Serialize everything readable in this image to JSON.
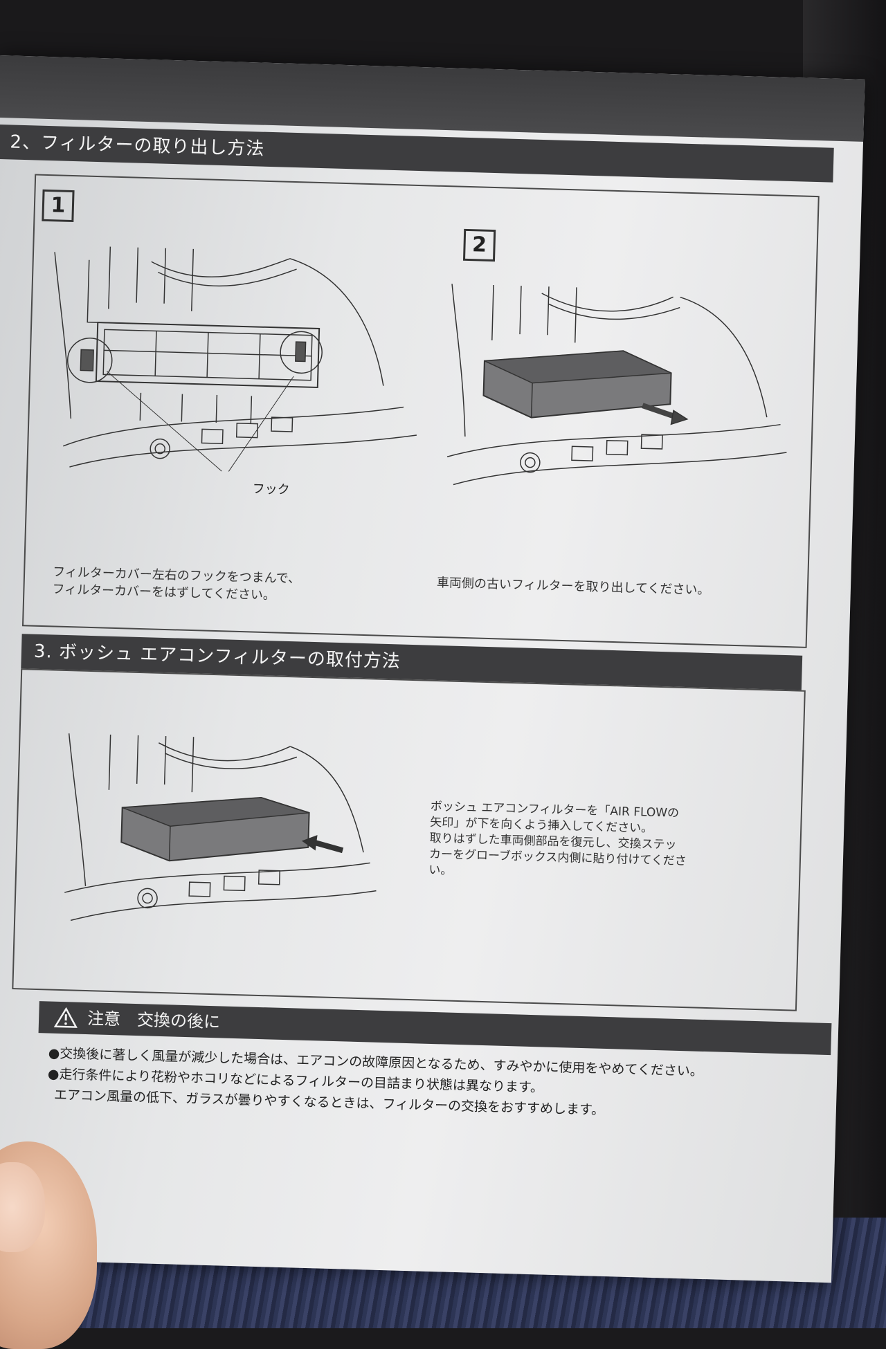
{
  "section2": {
    "title": "2、フィルターの取り出し方法"
  },
  "step1": {
    "number": "1",
    "hook_label": "フック",
    "caption_line1": "フィルターカバー左右のフックをつまんで、",
    "caption_line2": "フィルターカバーをはずしてください。"
  },
  "step2": {
    "number": "2",
    "caption": "車両側の古いフィルターを取り出してください。"
  },
  "section3": {
    "title": "3.  ボッシュ エアコンフィルターの取付方法",
    "caption_line1": "ボッシュ エアコンフィルターを「AIR FLOWの",
    "caption_line2": "矢印」が下を向くよう挿入してください。",
    "caption_line3": "取りはずした車両側部品を復元し、交換ステッ",
    "caption_line4": "カーをグローブボックス内側に貼り付けてくださ",
    "caption_line5": "い。"
  },
  "caution": {
    "title": "注意　交換の後に",
    "bullet1": "●交換後に著しく風量が減少した場合は、エアコンの故障原因となるため、すみやかに使用をやめてください。",
    "bullet2": "●走行条件により花粉やホコリなどによるフィルターの目詰まり状態は異なります。",
    "bullet3": "エアコン風量の低下、ガラスが曇りやすくなるときは、フィルターの交換をおすすめします。"
  }
}
